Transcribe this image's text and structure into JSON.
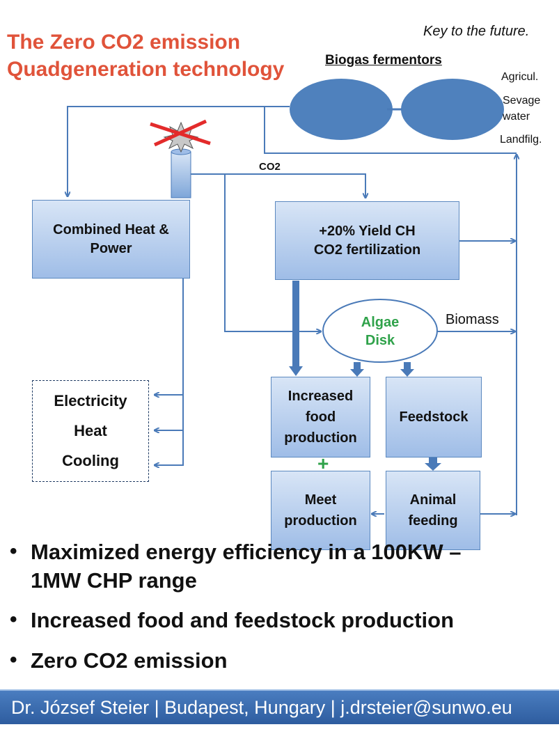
{
  "header": {
    "title_line1": "The Zero CO2 emission",
    "title_line2": "Quadgeneration technology",
    "tagline": "Key to the future."
  },
  "fermentors": {
    "title": "Biogas fermentors",
    "sources": [
      "Agricul.",
      "Sevage",
      "water",
      "Landfilg."
    ]
  },
  "diagram": {
    "co2_label": "CO2",
    "chp_box": [
      "Combined Heat &",
      "Power"
    ],
    "greenhouse_box": [
      "+20% Yield CH",
      "CO2 fertilization"
    ],
    "algae_disk": [
      "Algae",
      "Disk"
    ],
    "biomass_label": "Biomass",
    "outputs": [
      "Electricity",
      "Heat",
      "Cooling"
    ],
    "food_box": [
      "Increased",
      "food",
      "production"
    ],
    "feedstock_box": [
      "Feedstock"
    ],
    "meat_box": [
      "Meet",
      "production"
    ],
    "animal_box": [
      "Animal",
      "feeding"
    ],
    "plus_sign": "+",
    "colors": {
      "line": "#4a7ab8",
      "box_border": "#5b88bf",
      "ellipse": "#4f81bd",
      "title": "#e0533a",
      "green": "#2fa24a",
      "cross": "#e32b2b"
    }
  },
  "bullets": [
    "Maximized energy efficiency in a 100KW – 1MW CHP range",
    "Increased food and feedstock production",
    "Zero CO2 emission"
  ],
  "footer": {
    "text": "Dr. József Steier | Budapest, Hungary | j.drsteier@sunwo.eu"
  }
}
